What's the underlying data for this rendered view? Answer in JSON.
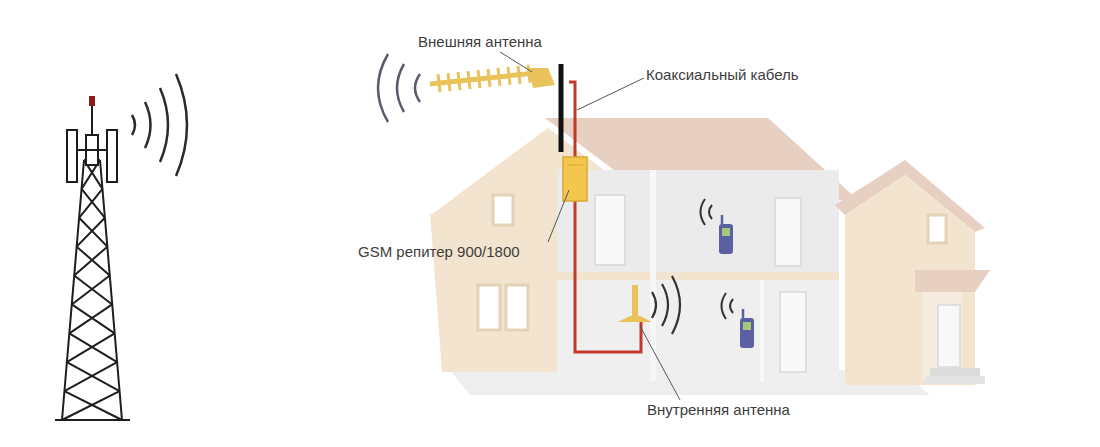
{
  "diagram": {
    "labels": [
      "Внешняя антенна",
      "Коаксиальный кабель",
      "GSM репитер 900/1800",
      "Внутренняя антенна"
    ]
  }
}
